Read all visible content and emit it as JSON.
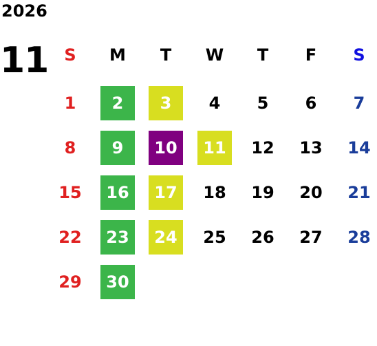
{
  "year": "2026",
  "month": "11",
  "weekdays": [
    {
      "label": "S",
      "color": "#e02020"
    },
    {
      "label": "M",
      "color": "#000000"
    },
    {
      "label": "T",
      "color": "#000000"
    },
    {
      "label": "W",
      "color": "#000000"
    },
    {
      "label": "T",
      "color": "#000000"
    },
    {
      "label": "F",
      "color": "#000000"
    },
    {
      "label": "S",
      "color": "#1010e0"
    }
  ],
  "colors": {
    "sunday": "#e02020",
    "saturday": "#1a3d9a",
    "weekday": "#000000",
    "highlight_green": "#3cb54a",
    "highlight_yellow": "#d8de20",
    "highlight_purple": "#800080",
    "highlight_text": "#ffffff"
  },
  "first_weekday_index": 0,
  "days": [
    {
      "day": "1"
    },
    {
      "day": "2",
      "highlight": "highlight_green"
    },
    {
      "day": "3",
      "highlight": "highlight_yellow"
    },
    {
      "day": "4"
    },
    {
      "day": "5"
    },
    {
      "day": "6"
    },
    {
      "day": "7"
    },
    {
      "day": "8"
    },
    {
      "day": "9",
      "highlight": "highlight_green"
    },
    {
      "day": "10",
      "highlight": "highlight_purple"
    },
    {
      "day": "11",
      "highlight": "highlight_yellow"
    },
    {
      "day": "12"
    },
    {
      "day": "13"
    },
    {
      "day": "14"
    },
    {
      "day": "15"
    },
    {
      "day": "16",
      "highlight": "highlight_green"
    },
    {
      "day": "17",
      "highlight": "highlight_yellow"
    },
    {
      "day": "18"
    },
    {
      "day": "19"
    },
    {
      "day": "20"
    },
    {
      "day": "21"
    },
    {
      "day": "22"
    },
    {
      "day": "23",
      "highlight": "highlight_green"
    },
    {
      "day": "24",
      "highlight": "highlight_yellow"
    },
    {
      "day": "25"
    },
    {
      "day": "26"
    },
    {
      "day": "27"
    },
    {
      "day": "28"
    },
    {
      "day": "29"
    },
    {
      "day": "30",
      "highlight": "highlight_green"
    }
  ]
}
